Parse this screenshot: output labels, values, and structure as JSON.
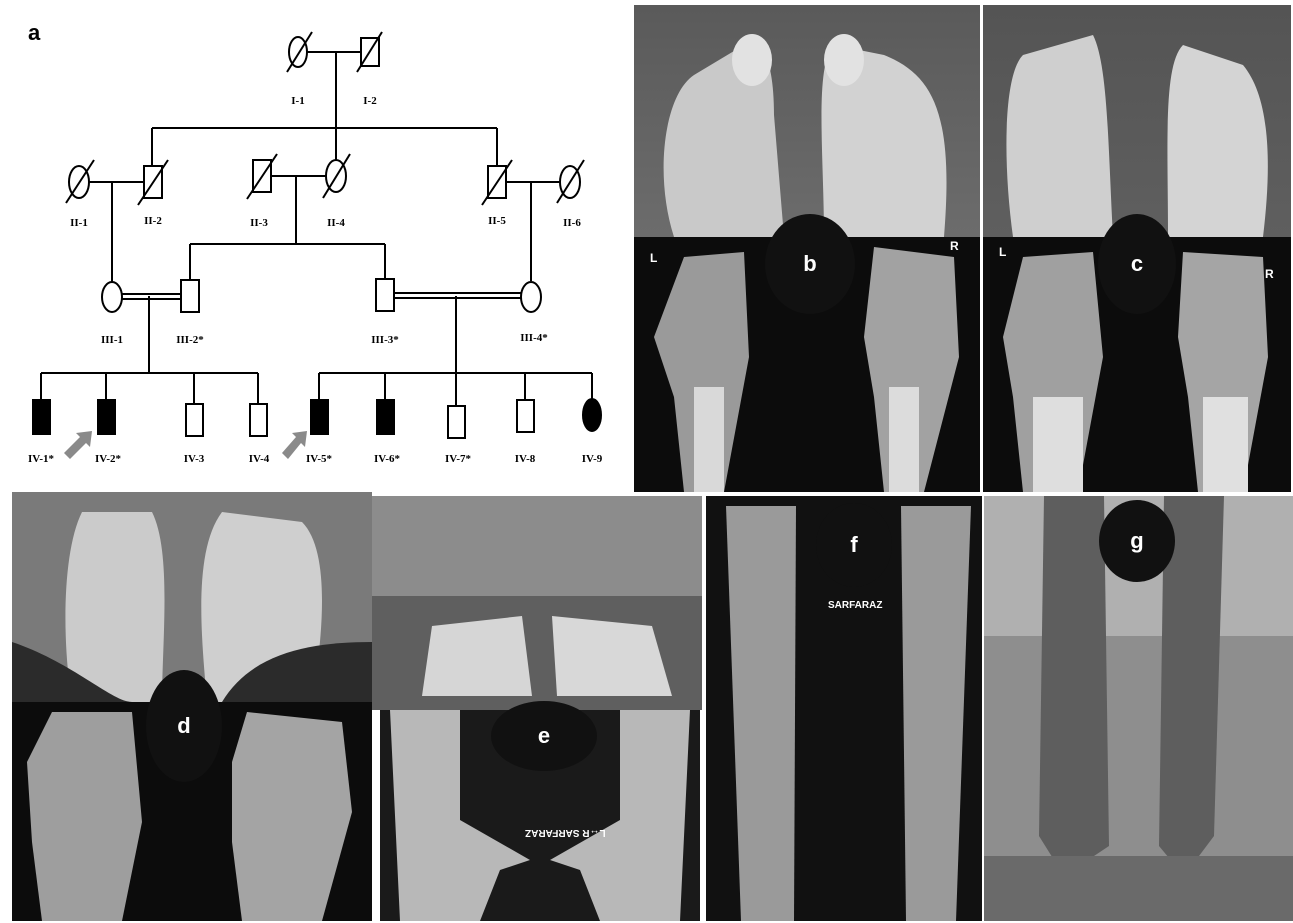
{
  "figure": {
    "panel_letters": {
      "a": "a",
      "b": "b",
      "c": "c",
      "d": "d",
      "e": "e",
      "f": "f",
      "g": "g"
    },
    "pedigree": {
      "gen1": [
        "I-1",
        "I-2"
      ],
      "gen2": [
        "II-1",
        "II-2",
        "II-3",
        "II-4",
        "II-5",
        "II-6"
      ],
      "gen3": [
        "III-1",
        "III-2*",
        "III-3*",
        "III-4*"
      ],
      "gen4": [
        "IV-1*",
        "IV-2*",
        "IV-3",
        "IV-4",
        "IV-5*",
        "IV-6*",
        "IV-7*",
        "IV-8",
        "IV-9"
      ]
    },
    "xray_side_labels": {
      "left": "L",
      "right": "R"
    },
    "panel_e_text": "L↔R SARFARAZ",
    "panel_f_name": "SARFARAZ"
  }
}
